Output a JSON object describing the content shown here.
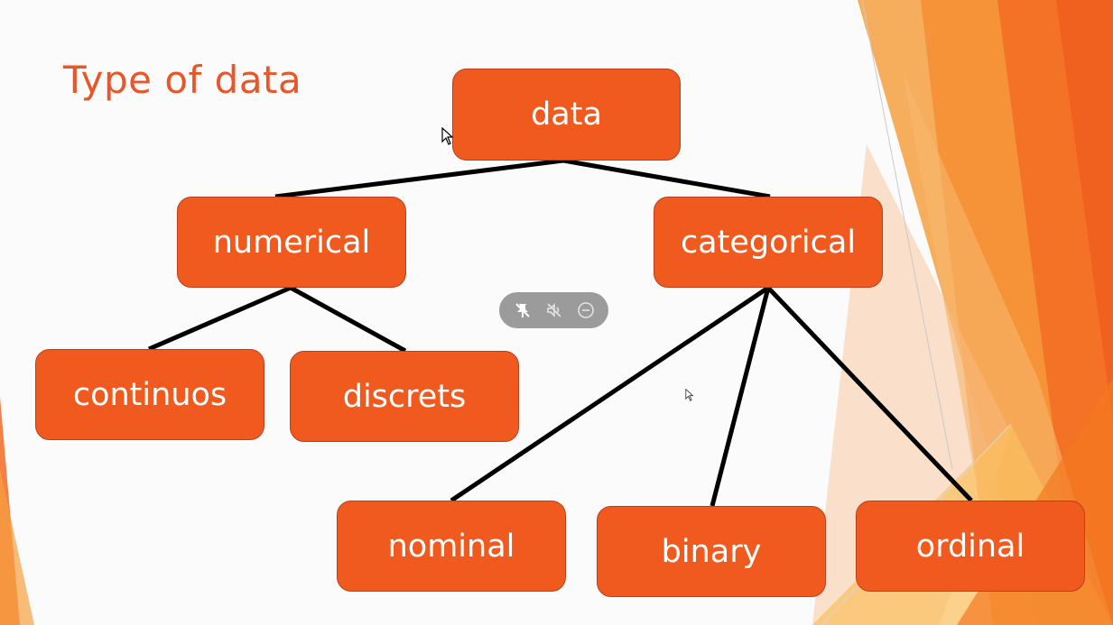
{
  "slide": {
    "title": "Type of data",
    "accent_color": "#f05a1e",
    "title_color": "#e8572a"
  },
  "diagram": {
    "nodes": {
      "data": "data",
      "numerical": "numerical",
      "categorical": "categorical",
      "continuos": "continuos",
      "discrets": "discrets",
      "nominal": "nominal",
      "binary": "binary",
      "ordinal": "ordinal"
    },
    "edges": [
      [
        "data",
        "numerical"
      ],
      [
        "data",
        "categorical"
      ],
      [
        "numerical",
        "continuos"
      ],
      [
        "numerical",
        "discrets"
      ],
      [
        "categorical",
        "nominal"
      ],
      [
        "categorical",
        "binary"
      ],
      [
        "categorical",
        "ordinal"
      ]
    ]
  },
  "toolbar": {
    "icons": [
      "pin-off-icon",
      "mute-icon",
      "minus-circle-icon"
    ]
  }
}
